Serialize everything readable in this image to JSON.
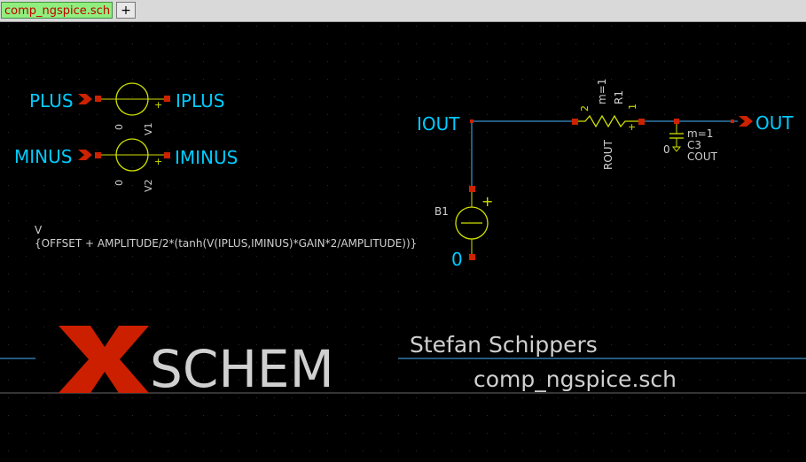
{
  "tabs": [
    {
      "label": "comp_ngspice.sch",
      "active": true
    },
    {
      "label": "+"
    }
  ],
  "pins": {
    "plus": "PLUS",
    "iplus": "IPLUS",
    "minus": "MINUS",
    "iminus": "IMINUS",
    "iout": "IOUT",
    "out": "OUT",
    "gnd_b1": "0"
  },
  "v1": {
    "name": "V1",
    "zero": "0",
    "plus": "+"
  },
  "v2": {
    "name": "V2",
    "zero": "0",
    "plus": "+"
  },
  "b1": {
    "name": "B1",
    "plus": "+",
    "type": "V",
    "expr": "{OFFSET + AMPLITUDE/2*(tanh(V(IPLUS,IMINUS)*GAIN*2/AMPLITUDE))}"
  },
  "r1": {
    "name": "R1",
    "m": "m=1",
    "value": "ROUT",
    "pin2": "2",
    "pin1": "1"
  },
  "c3": {
    "name": "C3",
    "m": "m=1",
    "value": "COUT",
    "zero": "0"
  },
  "title_block": {
    "logo_x": "X",
    "logo_rest": "SCHEM",
    "author": "Stefan Schippers",
    "filename": "comp_ngspice.sch"
  },
  "colors": {
    "wire": "#47b5ff",
    "pin_label": "#00ccff",
    "symbol": "#cfe000",
    "pin_box": "#cc2200",
    "logo_red": "#cc1f00",
    "text_gray": "#d0d0d0",
    "tab_active_bg": "#90ee7e",
    "tab_active_fg": "#c00000"
  }
}
